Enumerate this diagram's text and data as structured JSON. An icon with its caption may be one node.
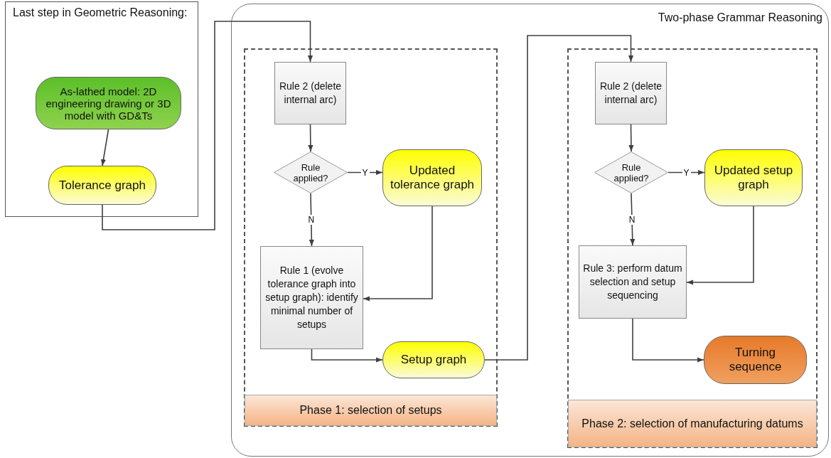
{
  "diagram": {
    "nodes": [
      {
        "text": [
          "Last step in Geometric Reasoning:"
        ]
      },
      {
        "text": [
          "As-lathed model: 2D engineering drawing or 3D model with GD&Ts"
        ],
        "in": 0
      },
      {
        "text": [
          "Tolerance graph"
        ],
        "in": 0
      },
      {
        "text": [
          "Two-phase Grammar Reasoning"
        ]
      },
      {
        "text": [],
        "shape": "box",
        "in": 3
      },
      {
        "text": [
          "Rule 2 (delete internal arc)"
        ],
        "in": 4
      },
      {
        "text": [
          "Rule applied?"
        ],
        "in": 4
      },
      {
        "text": [
          "Updated tolerance graph"
        ],
        "in": 4
      },
      {
        "text": [
          "Rule 1 (evolve tolerance graph into setup graph): identify minimal number of setups"
        ],
        "in": 4
      },
      {
        "text": [
          "Setup graph"
        ],
        "in": 4
      },
      {
        "text": [
          "Phase 1: selection of setups"
        ],
        "in": 4
      },
      {
        "text": [],
        "shape": "box",
        "in": 3
      },
      {
        "text": [
          "Rule 2 (delete internal arc)"
        ],
        "in": 11
      },
      {
        "text": [
          "Rule applied?"
        ],
        "in": 11
      },
      {
        "text": [
          "Updated setup graph"
        ],
        "in": 11
      },
      {
        "text": [
          "Rule 3: perform datum selection and setup sequencing"
        ],
        "in": 11
      },
      {
        "text": [
          "Turning sequence"
        ],
        "in": 11
      },
      {
        "text": [
          "Phase 2: selection of manufacturing datums"
        ],
        "in": 11
      }
    ],
    "edges": [
      {
        "from": 1,
        "to": 2,
        "arrow": "to"
      },
      {
        "from": 2,
        "to": 5,
        "arrow": "to"
      },
      {
        "from": 5,
        "to": 6,
        "arrow": "to"
      },
      {
        "from": 6,
        "to": 7,
        "arrow": "to",
        "label": "Y"
      },
      {
        "from": 6,
        "to": 8,
        "arrow": "to",
        "label": "N"
      },
      {
        "from": 7,
        "to": 8,
        "arrow": "to"
      },
      {
        "from": 8,
        "to": 9,
        "arrow": "to"
      },
      {
        "from": 9,
        "to": 12,
        "arrow": "to"
      },
      {
        "from": 12,
        "to": 13,
        "arrow": "to"
      },
      {
        "from": 13,
        "to": 14,
        "arrow": "to",
        "label": "Y"
      },
      {
        "from": 13,
        "to": 15,
        "arrow": "to",
        "label": "N"
      },
      {
        "from": 14,
        "to": 15,
        "arrow": "to"
      },
      {
        "from": 15,
        "to": 16,
        "arrow": "to"
      }
    ]
  }
}
